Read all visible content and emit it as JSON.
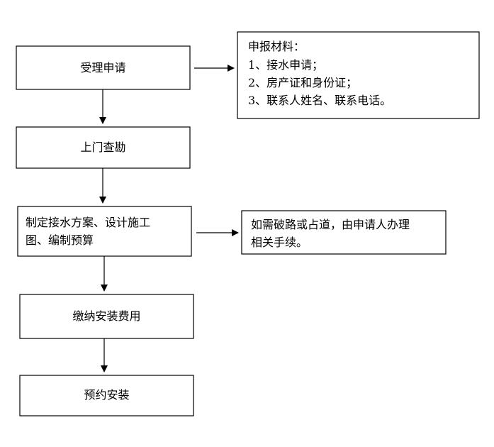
{
  "flow": {
    "step1": "受理申请",
    "step2": "上门查勘",
    "step3_line1": "制定接水方案、设计施工",
    "step3_line2": "图、编制预算",
    "step4": "缴纳安装费用",
    "step5": "预约安装"
  },
  "notes": {
    "materials_title": "申报材料：",
    "materials_1": "1、接水申请；",
    "materials_2": "2、房产证和身份证；",
    "materials_3": "3、联系人姓名、联系电话。",
    "road_line1": "如需破路或占道，由申请人办理",
    "road_line2": "相关手续。"
  }
}
